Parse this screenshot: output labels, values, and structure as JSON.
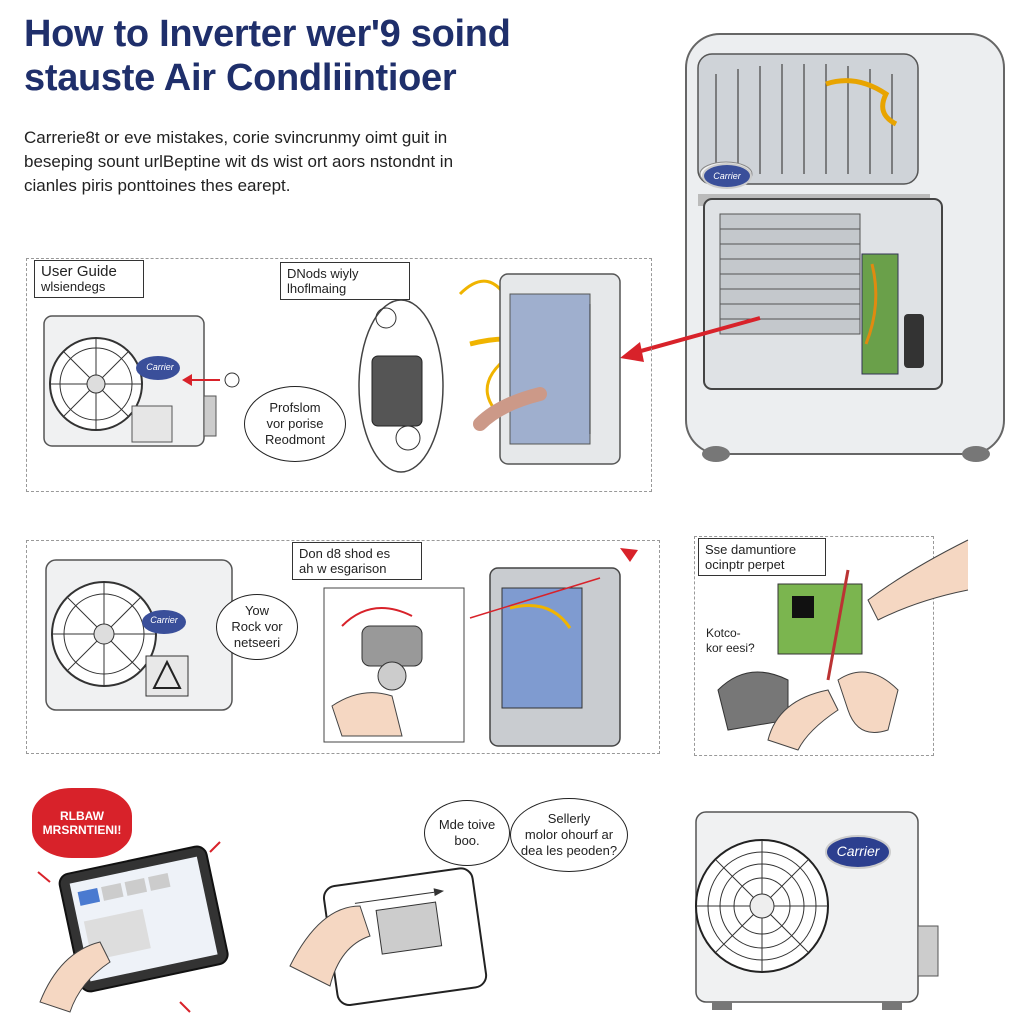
{
  "title_line1": "How to Inverter wer'9 soind",
  "title_line2": "stauste Air Condliintioer",
  "intro_lines": [
    "Carrerie8t or eve mistakes, corie svincrunmy oimt guit in",
    "beseping sount urlBeptine wit ds wist ort aors nstondnt in",
    "cianles piris ponttoines thes earept."
  ],
  "brand": "Carrier",
  "panel1": {
    "label1_line1": "User Guide",
    "label1_line2": "wlsiendegs",
    "label2_line1": "DNods wiyly",
    "label2_line2": "lhoflmaing",
    "bubble": [
      "Profslom",
      "vor porise",
      "Reodmont"
    ]
  },
  "panel2": {
    "label_line1": "Don d8 shod es",
    "label_line2": "ah w esgarison",
    "bubble": [
      "Yow",
      "Rock vor",
      "netseeri"
    ]
  },
  "panel3": {
    "label_line1": "Sse damuntiore",
    "label_line2": "ocinptr perpet",
    "caption": [
      "Kotco-",
      "kor eesi?"
    ]
  },
  "bottom": {
    "warning": [
      "RLBAW",
      "MRSRNTIENI!"
    ],
    "bubble1": [
      "Mde toive",
      "boo."
    ],
    "bubble2": [
      "Sellerly",
      "molor ohourf ar",
      "dea les peoden?"
    ]
  }
}
